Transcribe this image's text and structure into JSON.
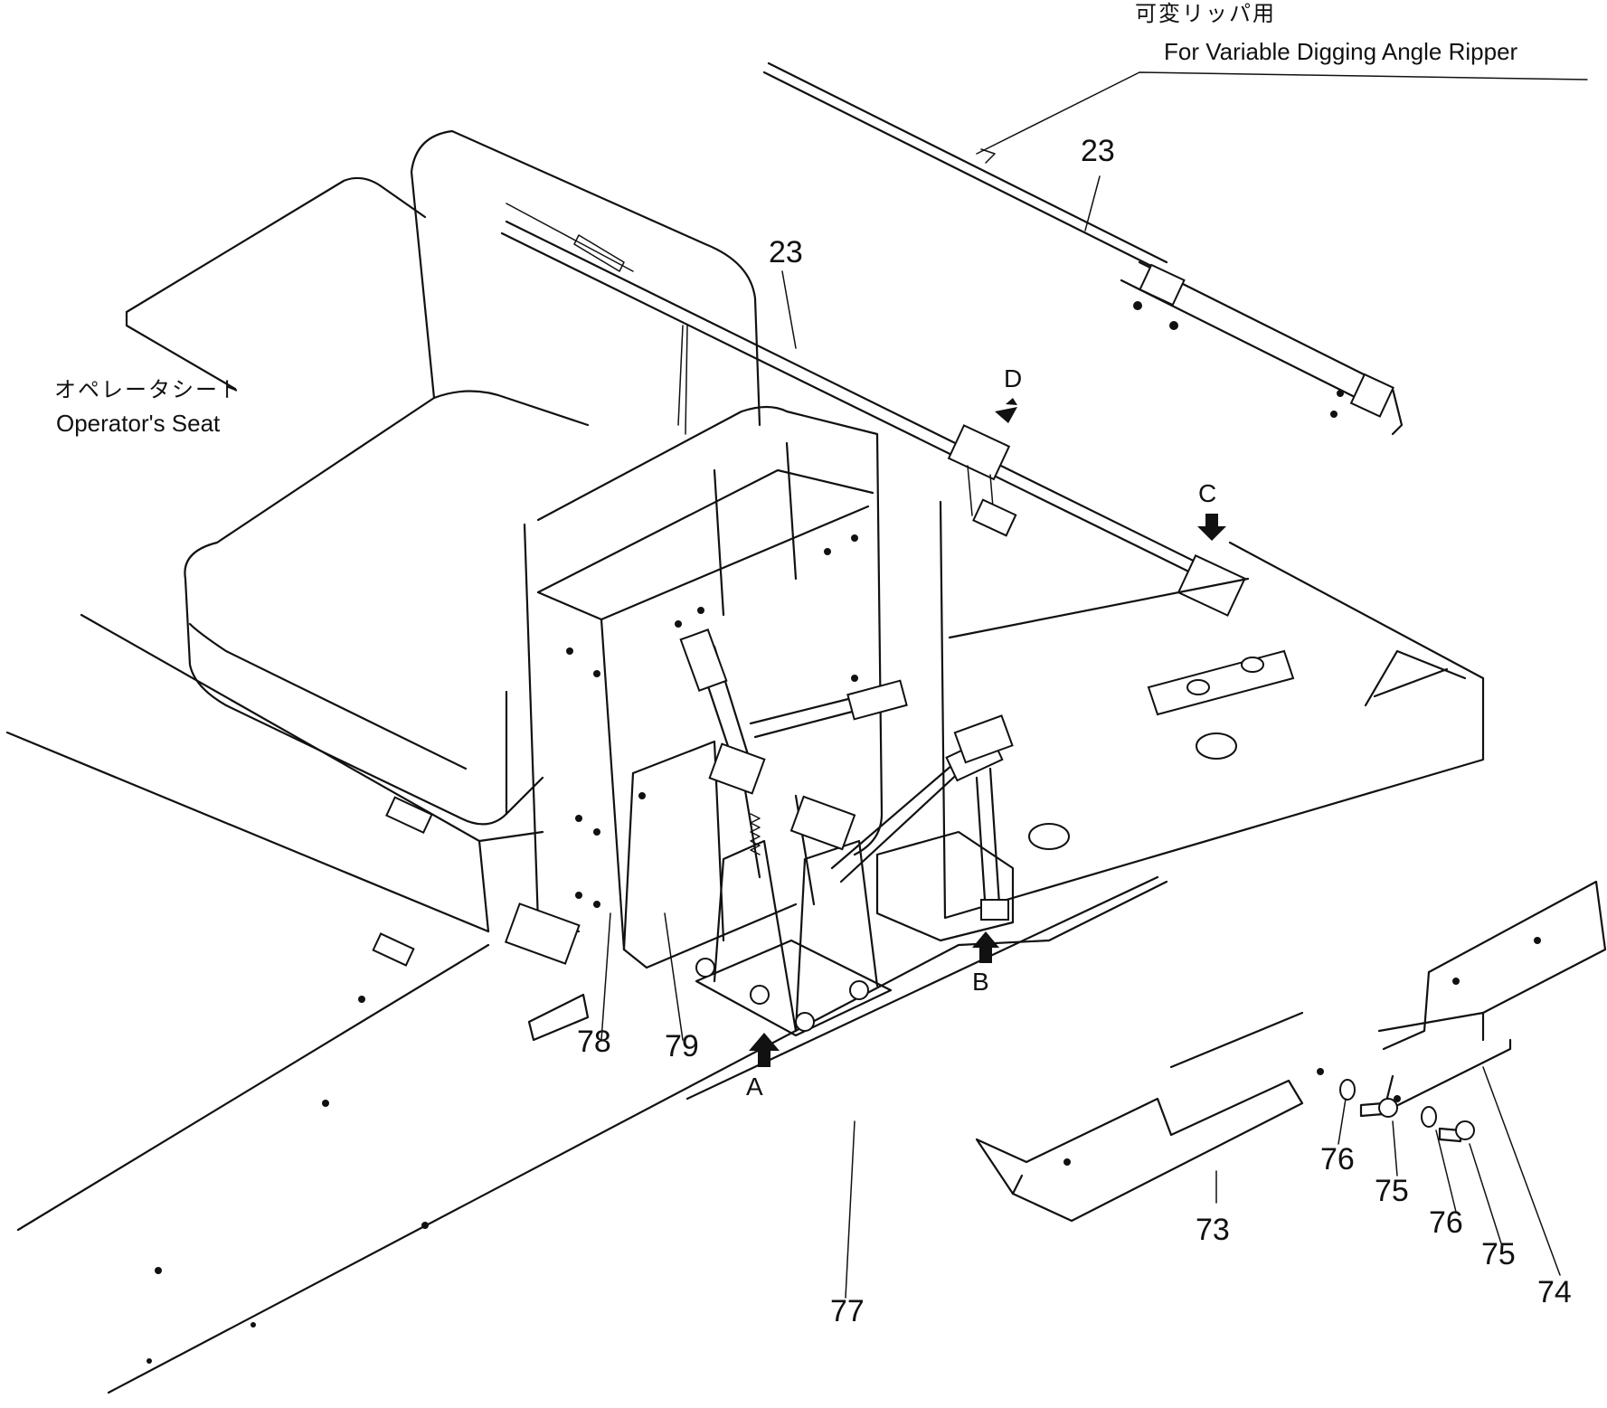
{
  "notes": {
    "ripper_jp": "可変リッパ用",
    "ripper_en": "For Variable Digging Angle Ripper",
    "seat_jp": "オペレータシート",
    "seat_en": "Operator's Seat"
  },
  "part_numbers": {
    "p23_top": "23",
    "p23_mid": "23",
    "p78": "78",
    "p79": "79",
    "p77": "77",
    "p73": "73",
    "p76_a": "76",
    "p75_a": "75",
    "p76_b": "76",
    "p75_b": "75",
    "p74": "74"
  },
  "view_markers": {
    "A": "A",
    "B": "B",
    "C": "C",
    "D": "D"
  },
  "colors": {
    "ink": "#111111",
    "paper": "#ffffff"
  }
}
